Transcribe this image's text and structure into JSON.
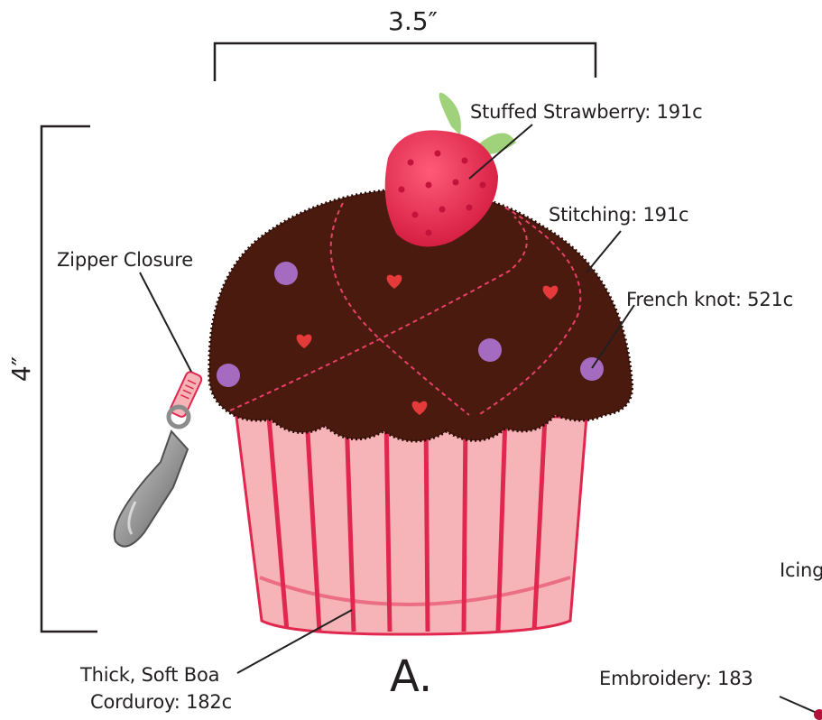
{
  "dimensions": {
    "width_label": "3.5″",
    "height_label": "4″"
  },
  "labels": {
    "strawberry": "Stuffed Strawberry: 191c",
    "stitching": "Stitching: 191c",
    "zipper": "Zipper Closure",
    "french_knot": "French knot: 521c",
    "icing": "Icing",
    "boa_line1": "Thick, Soft Boa",
    "boa_line2": "Corduroy: 182c",
    "embroidery": "Embroidery: 183"
  },
  "figure_letter": "A.",
  "colors": {
    "icing": "#4a1a0f",
    "wrapper": "#f7b4b8",
    "wrapper_stripe": "#e0284f",
    "strawberry": "#e8254a",
    "leaf": "#9fd27a",
    "french_knot": "#a56bc0",
    "heart": "#e53a3a",
    "stitching": "#e9406a",
    "text": "#231f20"
  }
}
